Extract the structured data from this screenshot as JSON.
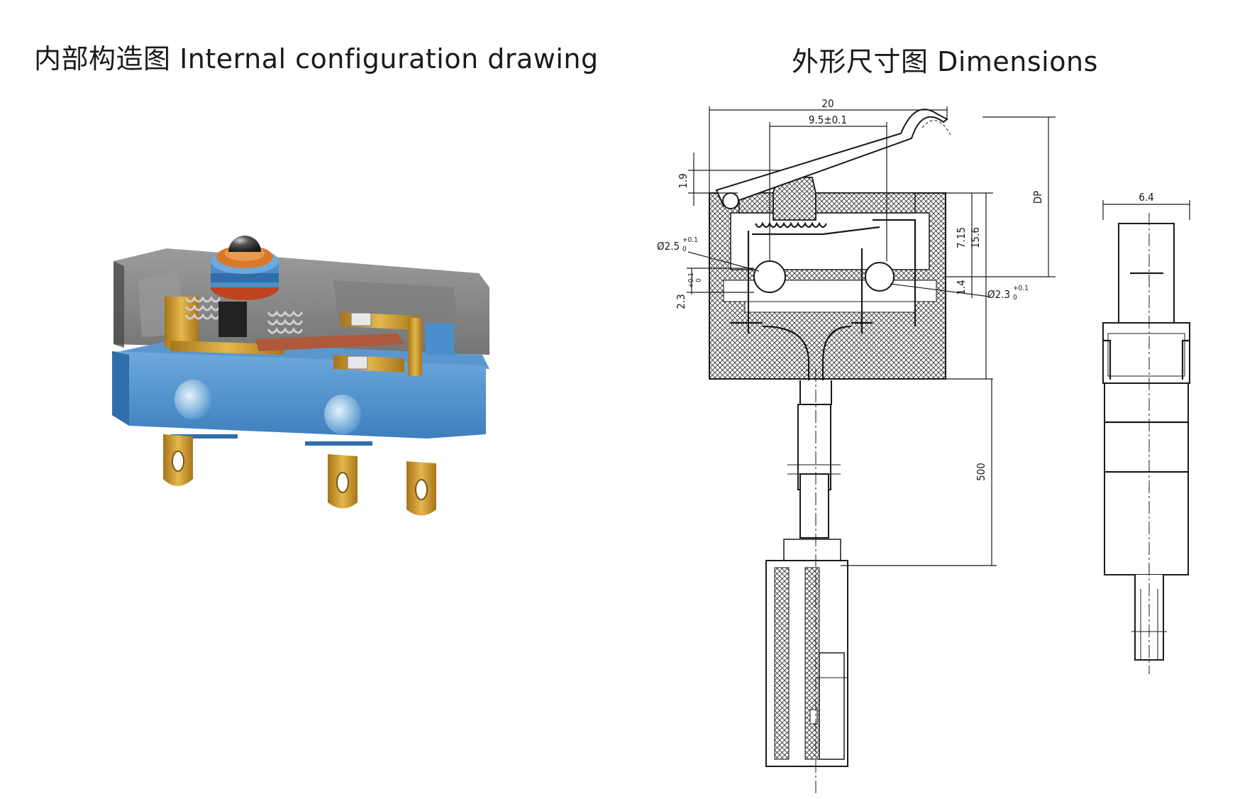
{
  "headings": {
    "internal": "内部构造图 Internal configuration drawing",
    "dimensions": "外形尺寸图 Dimensions"
  },
  "dimensions": {
    "width_total": "20",
    "hole_pitch": "9.5±0.1",
    "lever_offset": "1.9",
    "dp": "DP",
    "height_715": "7.15",
    "height_156": "15.6",
    "mount_hole_big": "Ø2.5",
    "mount_hole_big_tol_upper": "+0.1",
    "mount_hole_big_tol_lower": "0",
    "mount_hole_small": "Ø2.3",
    "mount_hole_small_tol_upper": "+0.1",
    "mount_hole_small_tol_lower": "0",
    "offset_14": "1.4",
    "offset_23": "2.3",
    "offset_23_tol_upper": "+0.1",
    "offset_23_tol_lower": "0",
    "cable_length": "500",
    "thickness": "6.4"
  },
  "colors": {
    "housing_blue": "#4a8fcb",
    "housing_blue_dark": "#2f6ea8",
    "cover_gray": "#6b6b6b",
    "brass": "#c99a2e",
    "copper": "#b0583a",
    "plunger_orange": "#d9792b"
  }
}
